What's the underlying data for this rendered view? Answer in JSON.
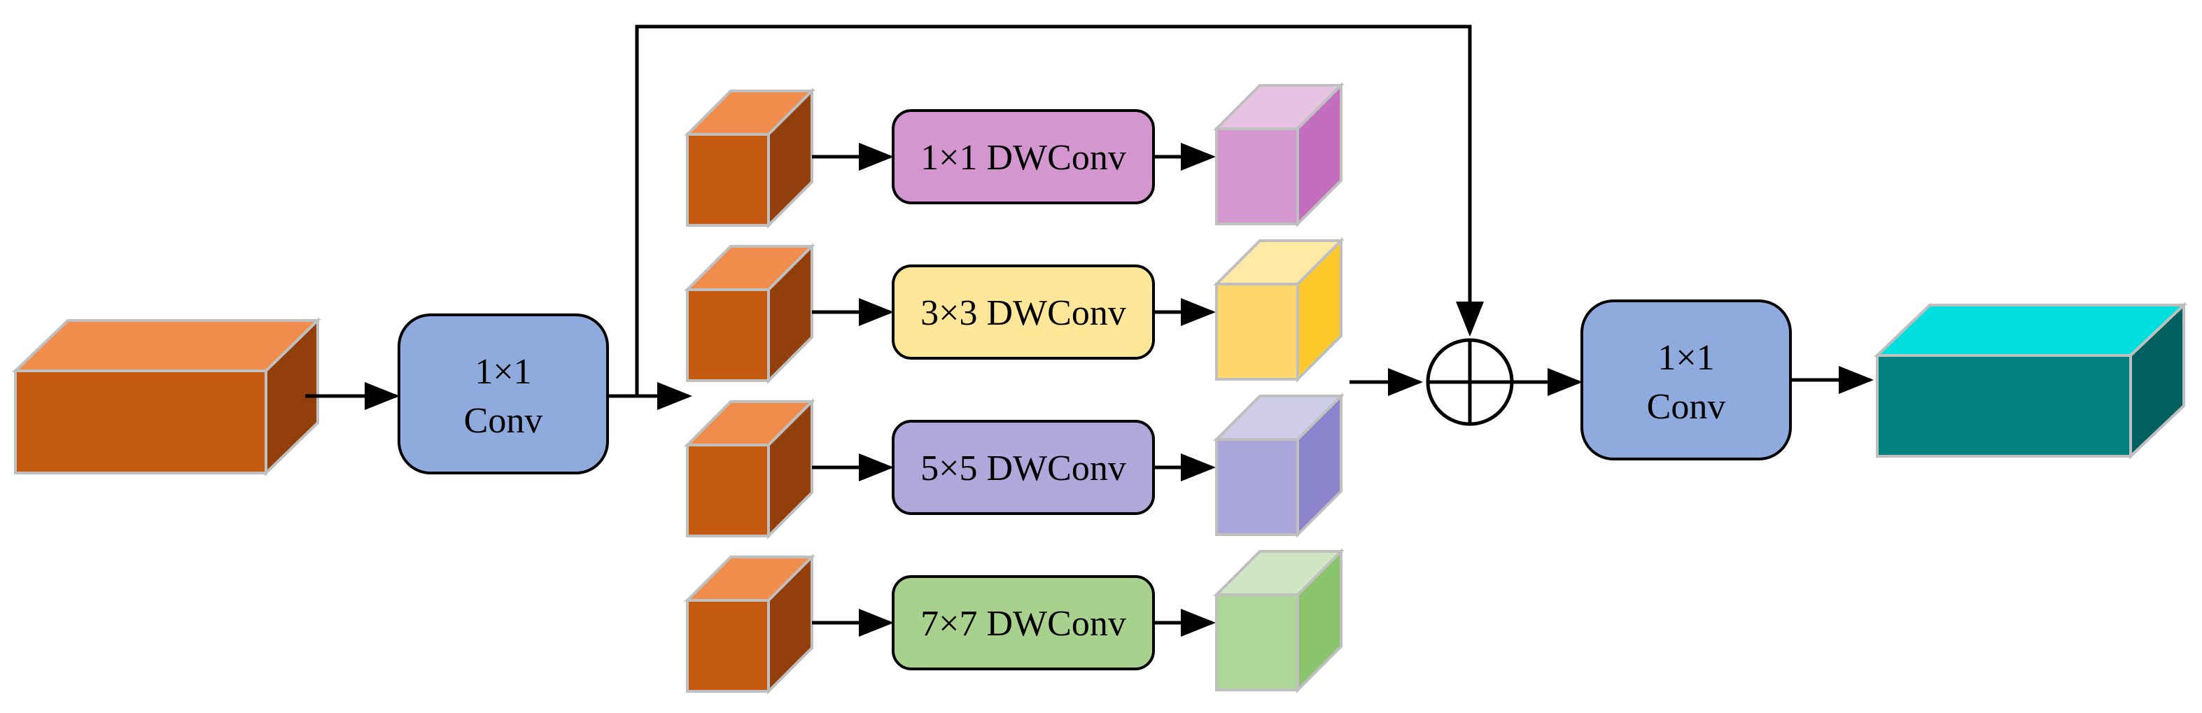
{
  "input_conv": {
    "line1": "1×1",
    "line2": "Conv"
  },
  "output_conv": {
    "line1": "1×1",
    "line2": "Conv"
  },
  "branches": [
    {
      "label": "1×1 DWConv",
      "box_color": "#D396CF",
      "cube": {
        "front": "#D396CF",
        "top": "#E6C2E3",
        "side": "#C36DBE"
      }
    },
    {
      "label": "3×3 DWConv",
      "box_color": "#FFE699",
      "cube": {
        "front": "#FDD76B",
        "top": "#FFE9A5",
        "side": "#FFC82B"
      }
    },
    {
      "label": "5×5 DWConv",
      "box_color": "#AFA8DA",
      "cube": {
        "front": "#ABA6DA",
        "top": "#D0CDEA",
        "side": "#8C83CD"
      }
    },
    {
      "label": "7×7 DWConv",
      "box_color": "#A9D18E",
      "cube": {
        "front": "#AED698",
        "top": "#D0E6C2",
        "side": "#8BC56B"
      }
    }
  ],
  "colors": {
    "conv_box": "#8FAADC",
    "input_front": "#C55A11",
    "input_top": "#F08D4C",
    "input_side": "#923F0B",
    "output_front": "#008080",
    "output_top": "#00DEDE",
    "output_side": "#006060",
    "cube_edge": "#BFBFBF"
  }
}
